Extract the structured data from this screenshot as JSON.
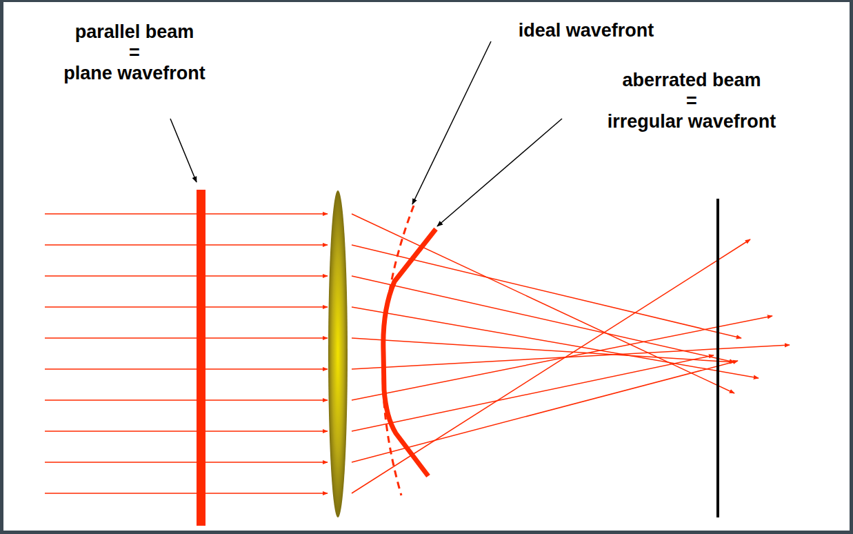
{
  "diagram": {
    "labels": [
      "parallel beam",
      "=",
      "plane wavefront",
      "ideal wavefront",
      "aberrated beam",
      "=",
      "irregular wavefront"
    ]
  }
}
